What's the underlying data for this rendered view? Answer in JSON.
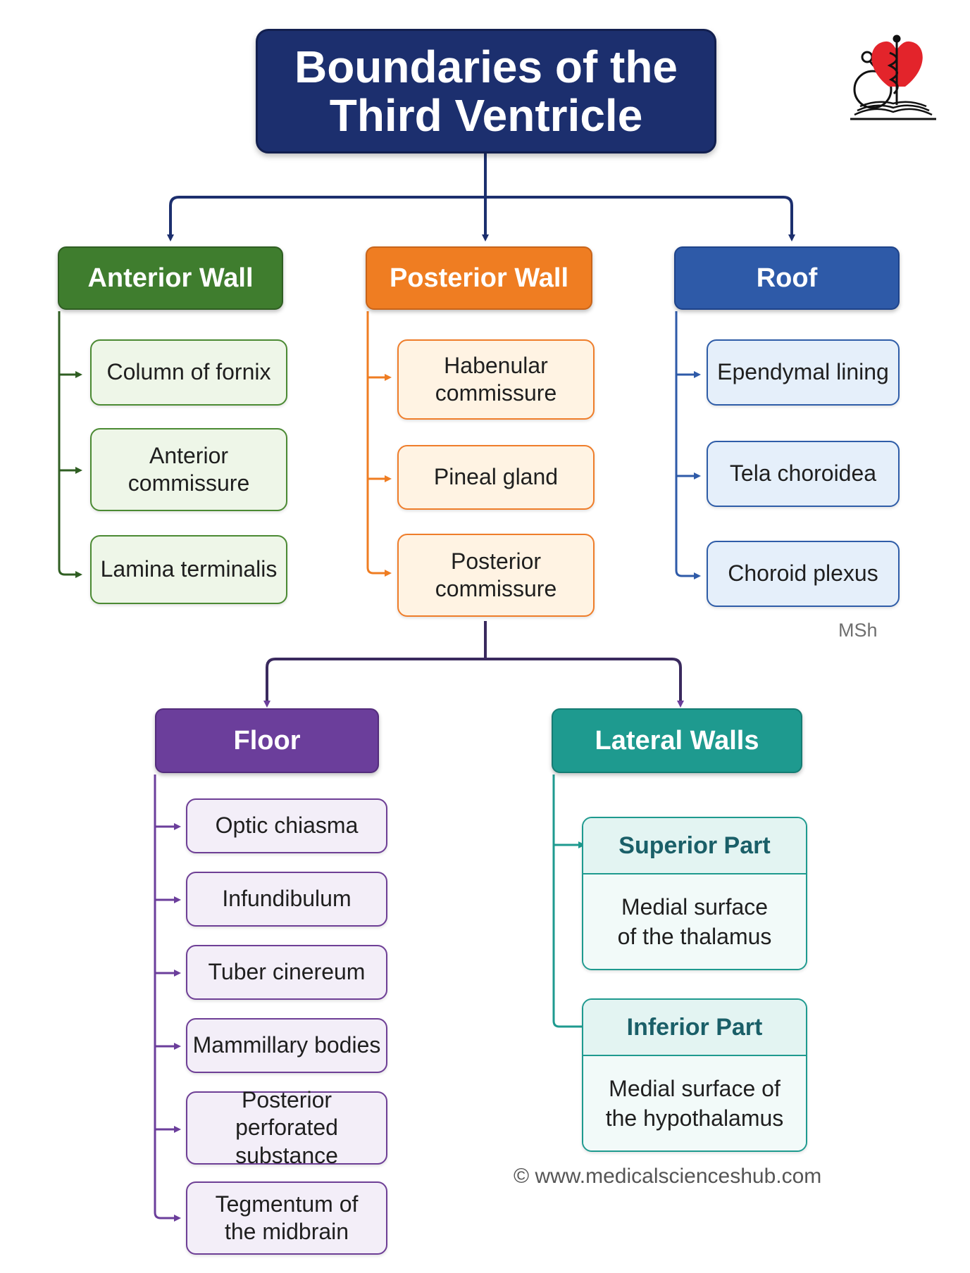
{
  "title": {
    "line1": "Boundaries of the",
    "line2": "Third Ventricle"
  },
  "colors": {
    "title": "#1c2f6e",
    "anterior": "#3f7d2e",
    "posterior": "#ef7d22",
    "roof": "#2e5aa8",
    "floor": "#6b3e9b",
    "lateral": "#1e9a8f",
    "logo_heart": "#e3242b"
  },
  "anterior_wall": {
    "label": "Anterior Wall",
    "items": [
      "Column of fornix",
      "Anterior commissure",
      "Lamina terminalis"
    ]
  },
  "posterior_wall": {
    "label": "Posterior Wall",
    "items": [
      "Habenular commissure",
      "Pineal gland",
      "Posterior commissure"
    ]
  },
  "roof": {
    "label": "Roof",
    "items": [
      "Ependymal lining",
      "Tela choroidea",
      "Choroid plexus"
    ]
  },
  "floor": {
    "label": "Floor",
    "items": [
      "Optic chiasma",
      "Infundibulum",
      "Tuber cinereum",
      "Mammillary bodies",
      "Posterior perforated substance",
      "Tegmentum of the midbrain"
    ]
  },
  "lateral_walls": {
    "label": "Lateral Walls",
    "superior": {
      "label": "Superior Part",
      "desc": "Medial surface of the thalamus"
    },
    "inferior": {
      "label": "Inferior Part",
      "desc": "Medial surface of the hypothalamus"
    }
  },
  "watermark": "MSh",
  "copyright": "© www.medicalscienceshub.com",
  "logo": {
    "icons": [
      "heart-icon",
      "stethoscope-icon",
      "caduceus-icon",
      "open-book-icon"
    ]
  }
}
